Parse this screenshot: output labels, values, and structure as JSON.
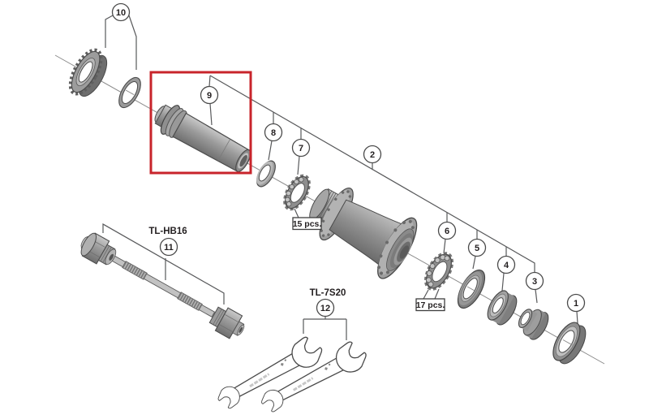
{
  "diagram": {
    "labels": {
      "tool_axle": "TL-HB16",
      "tool_wrench": "TL-7S20",
      "qty_front_retainer": "15 pcs.",
      "qty_rear_retainer": "17 pcs."
    },
    "callouts": {
      "c1": "1",
      "c2": "2",
      "c3": "3",
      "c4": "4",
      "c5": "5",
      "c6": "6",
      "c7": "7",
      "c8": "8",
      "c9": "9",
      "c10": "10",
      "c11": "11",
      "c12": "12"
    },
    "colors": {
      "highlight": "#c8242b",
      "line": "#58595b",
      "metal_light": "#c4c4c4",
      "metal_mid": "#9a9a9a",
      "metal_dark": "#6e6e6e",
      "background": "#ffffff"
    }
  }
}
